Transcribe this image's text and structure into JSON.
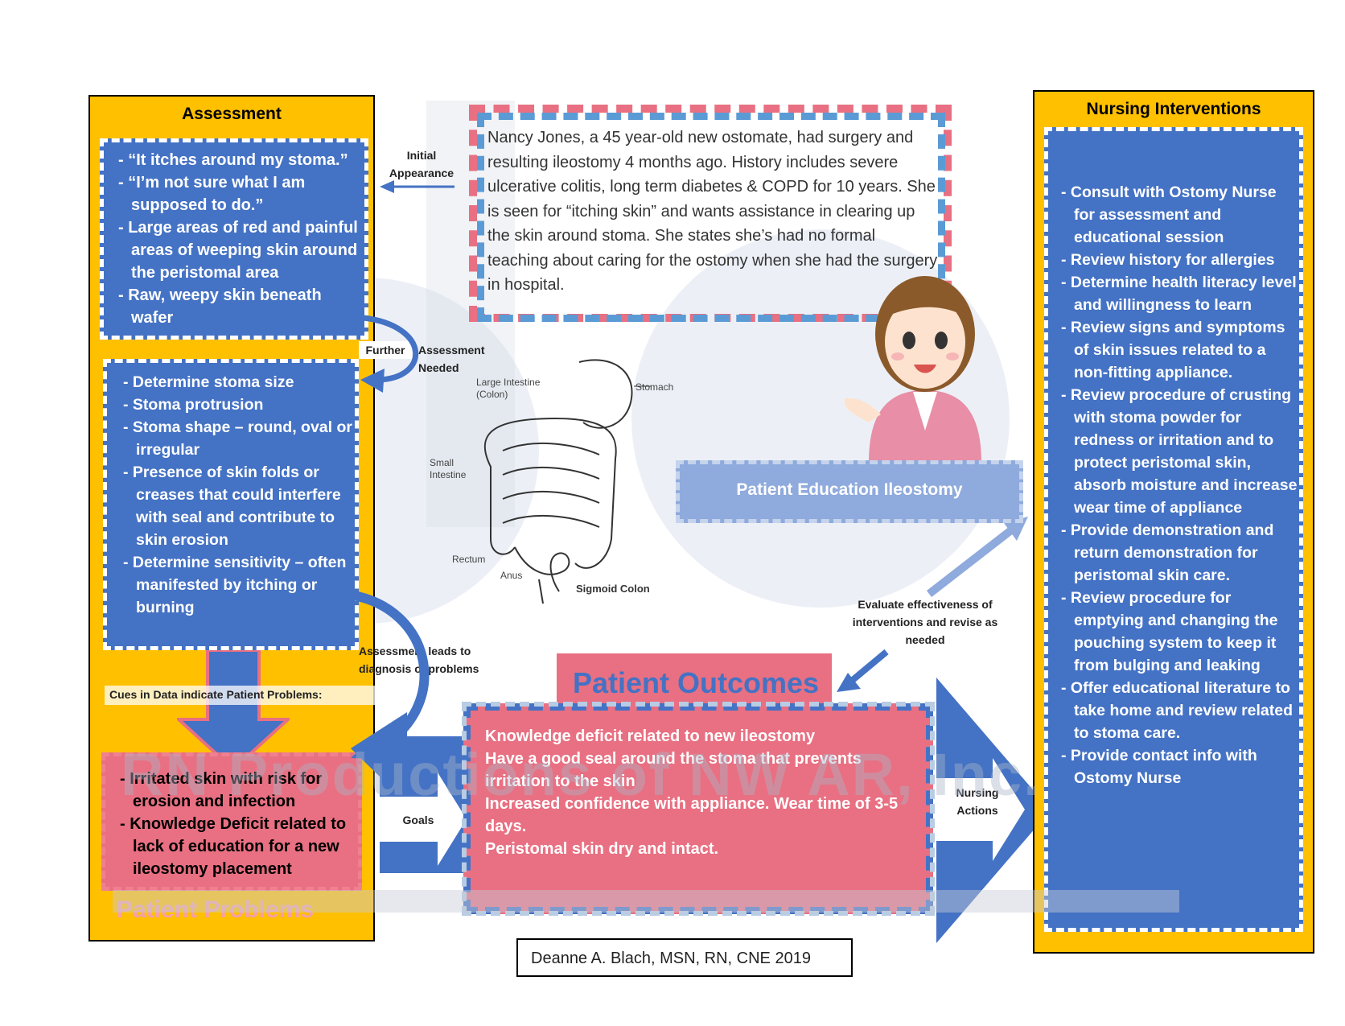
{
  "assessment": {
    "title": "Assessment",
    "subjective": [
      "“It itches around my stoma.”",
      "“I’m not sure what I am supposed to do.”",
      "Large areas of red and painful areas of weeping skin around the peristomal area",
      "Raw, weepy skin beneath wafer"
    ],
    "further": [
      "Determine stoma size",
      "Stoma protrusion",
      "Stoma shape – round, oval or irregular",
      "Presence of skin folds or creases that could interfere with seal and contribute to skin erosion",
      "Determine sensitivity – often manifested by itching or burning"
    ],
    "cues_label": "Cues in Data indicate Patient Problems:",
    "problems": [
      "Irritated skin with risk for erosion and infection",
      "Knowledge Deficit related to lack of education for a new ileostomy placement"
    ],
    "problems_title": "Patient Problems"
  },
  "case": {
    "text": "Nancy Jones, a 45 year-old new ostomate, had surgery and resulting ileostomy 4 months ago. History includes severe ulcerative colitis, long term diabetes & COPD for 10 years.  She is seen for “itching skin” and wants assistance in clearing up the skin around stoma. She states she’s had no formal teaching about caring for the ostomy when she had the surgery in hospital."
  },
  "labels": {
    "initial_appearance": "Initial Appearance",
    "further": "Further",
    "assessment_needed": "Assessment Needed",
    "leads_to": "Assessment leads to diagnosis of problems",
    "goals": "Goals",
    "nursing_actions": "Nursing Actions",
    "evaluate": "Evaluate effectiveness of interventions and revise as needed"
  },
  "anatomy": {
    "large_intestine": "Large Intestine (Colon)",
    "stomach": "Stomach",
    "small_intestine": "Small Intestine",
    "rectum": "Rectum",
    "anus": "Anus",
    "sigmoid": "Sigmoid Colon"
  },
  "education": {
    "label": "Patient Education Ileostomy"
  },
  "outcomes": {
    "title": "Patient Outcomes",
    "items": [
      "Knowledge deficit related to new ileostomy",
      "Have a good seal around the stoma that prevents irritation to the skin",
      "Increased confidence with appliance. Wear time of 3-5 days.",
      "Peristomal skin dry and intact."
    ]
  },
  "interventions": {
    "title": "Nursing Interventions",
    "items": [
      "Consult with Ostomy Nurse for assessment and educational session",
      "Review history for allergies",
      "Determine health literacy level and willingness to learn",
      "Review signs and symptoms of skin issues related to a non-fitting appliance.",
      "Review procedure of crusting with stoma powder  for redness or irritation and to protect peristomal skin, absorb moisture and increase wear time of appliance",
      "Provide demonstration and return demonstration for peristomal skin care.",
      "Review procedure for emptying and changing the pouching system to keep it from bulging and leaking",
      "Offer educational literature to take home and review related to stoma care.",
      "Provide contact info with Ostomy Nurse"
    ]
  },
  "watermark": "RN Productions of NW AR, Inc.",
  "credit": "Deanne A. Blach, MSN, RN, CNE 2019",
  "colors": {
    "gold": "#ffc000",
    "blue": "#4472c4",
    "pink": "#e87082",
    "light_blue": "#8faadc"
  }
}
